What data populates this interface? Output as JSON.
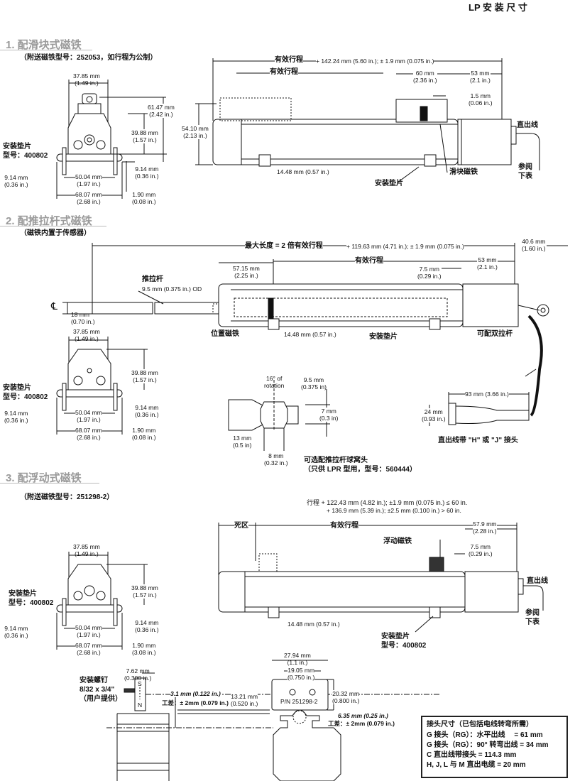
{
  "header": {
    "title": "LP 安 装 尺 寸"
  },
  "front_view": {
    "width_mm": "37.85 mm",
    "width_in": "(1.49 in.)",
    "height_mm": "61.47 mm",
    "height_in": "(2.42 in.)",
    "center_mm": "39.88 mm",
    "center_in": "(1.57 in.)",
    "plate_r_mm": "9.14 mm",
    "plate_r_in": "(0.36 in.)",
    "plate_l_mm": "9.14 mm",
    "plate_l_in": "(0.36 in.)",
    "holes_mm": "50.04 mm",
    "holes_in": "(1.97 in.)",
    "overall_mm": "68.07 mm",
    "overall_in": "(2.68 in.)",
    "thick_mm": "1.90 mm",
    "thick_in": "(0.08 in.)",
    "thick_in_3": "(3.08 in.)"
  },
  "section1": {
    "title": "1. 配滑块式磁铁",
    "subtitle": "（附送磁铁型号：252053，如行程为公制）",
    "gasket_label": "安装垫片",
    "gasket_model": "型号：400802",
    "stroke_label": "有效行程",
    "stroke_formula": "+ 142.24 mm (5.60 in.); ± 1.9 mm (0.075 in.)",
    "stroke_label_2": "有效行程",
    "d60_mm": "60 mm",
    "d60_in": "(2.36 in.)",
    "d53_mm": "53 mm",
    "d53_in": "(2.1 in.)",
    "d15_mm": "1.5 mm",
    "d15_in": "(0.06 in.)",
    "h_mm": "54.10 mm",
    "h_in": "(2.13 in.)",
    "cable": "直出线",
    "see_table_1": "参阅",
    "see_table_2": "下表",
    "pad_spacing": "14.48 mm (0.57 in.)",
    "magnet": "滑块磁铁",
    "pad": "安装垫片"
  },
  "section2": {
    "title": "2. 配推拉杆式磁铁",
    "subtitle": "（磁铁内置于传感器）",
    "max_len": "最大长度 = 2 倍有效行程",
    "formula": "+ 119.63 mm (4.71 in.); ± 1.9 mm (0.075 in.)",
    "d406_mm": "40.6 mm",
    "d406_in": "(1.60 in.)",
    "stroke_label": "有效行程",
    "d5715_mm": "57.15 mm",
    "d5715_in": "(2.25 in.)",
    "d53_mm": "53 mm",
    "d53_in": "(2.1 in.)",
    "d75_mm": "7.5 mm",
    "d75_in": "(0.29 in.)",
    "rod": "推拉杆",
    "rod_od": "9.5 mm (0.375 in.) OD",
    "centerline": "℄",
    "d18_mm": "18 mm",
    "d18_in": "(0.70 in.)",
    "pos_magnet": "位置磁铁",
    "pad_spacing": "14.48 mm (0.57 in.)",
    "pad": "安装垫片",
    "double_rod": "可配双拉杆",
    "gasket_label": "安装垫片",
    "gasket_model": "型号：400802",
    "rod_end": {
      "rotation_1": "16° of",
      "rotation_2": "rotation",
      "d95_mm": "9.5 mm",
      "d95_in": "(0.375 in)",
      "d7_mm": "7 mm",
      "d7_in": "(0.3 in)",
      "d13_mm": "13 mm",
      "d13_in": "(0.5 in)",
      "d8_mm": "8 mm",
      "d8_in": "(0.32 in.)",
      "caption": "可选配推拉杆球窝头",
      "caption_2": "（只供 LPR 型用，型号：560444）"
    },
    "connector": {
      "length": "93 mm (3.66 in.)",
      "dia_mm": "24 mm",
      "dia_in": "(0.93 in.)",
      "caption": "直出线带 \"H\" 或 \"J\" 接头"
    }
  },
  "section3": {
    "title": "3. 配浮动式磁铁",
    "subtitle": "（附送磁铁型号：251298-2）",
    "formula_1": "行程 + 122.43 mm (4.82 in.); ±1.9 mm (0.075 in.) ≤ 60 in.",
    "formula_2": "+ 136.9 mm (5.39 in.); ±2.5 mm (0.100 in.) > 60 in.",
    "dead_zone": "死区",
    "stroke_label": "有效行程",
    "float_magnet": "浮动磁铁",
    "d579_mm": "57.9 mm",
    "d579_in": "(2.28 in.)",
    "d75_mm": "7.5 mm",
    "d75_in": "(0.29 in.)",
    "cable": "直出线",
    "see_table_1": "参阅",
    "see_table_2": "下表",
    "pad_spacing": "14.48 mm (0.57 in.)",
    "pad": "安装垫片",
    "pad_model": "型号：400802",
    "gasket_label": "安装垫片",
    "gasket_model": "型号：400802",
    "detail": {
      "d2794_mm": "27.94 mm",
      "d2794_in": "(1.1 in.)",
      "d1905_mm": "19.05 mm",
      "d1905_in": "(0.750 in.)",
      "d2032_mm": "20.32 mm",
      "d2032_in": "(0.800 in.)",
      "d1321_mm": "13.21 mm",
      "d1321_in": "(0.520 in.)",
      "part_no": "P/N 251298-2",
      "d762_mm": "7.62 mm",
      "d762_in": "(0.300 in.)",
      "screw_1": "安装螺钉",
      "screw_2": "8/32 x 3/4\"",
      "screw_3": "（用户提供）",
      "gap1": "3.1 mm (0.122 in.)",
      "tol1": "工差：± 2mm (0.079 in.)",
      "gap2": "6.35 mm (0.25 in.)",
      "tol2": "工差：± 2mm (0.079 in.)",
      "pole_s": "S",
      "pole_n": "N"
    }
  },
  "connector_table": {
    "title": "接头尺寸（已包括电线转弯所需）",
    "rows": [
      "G 接头（RG）：水平出线　 = 61 mm",
      "G 接头（RG）：90° 转弯出线 = 34 mm",
      "C 直出线带接头 = 114.3 mm",
      "H, J, L 与 M 直出电缆 = 20 mm"
    ]
  }
}
